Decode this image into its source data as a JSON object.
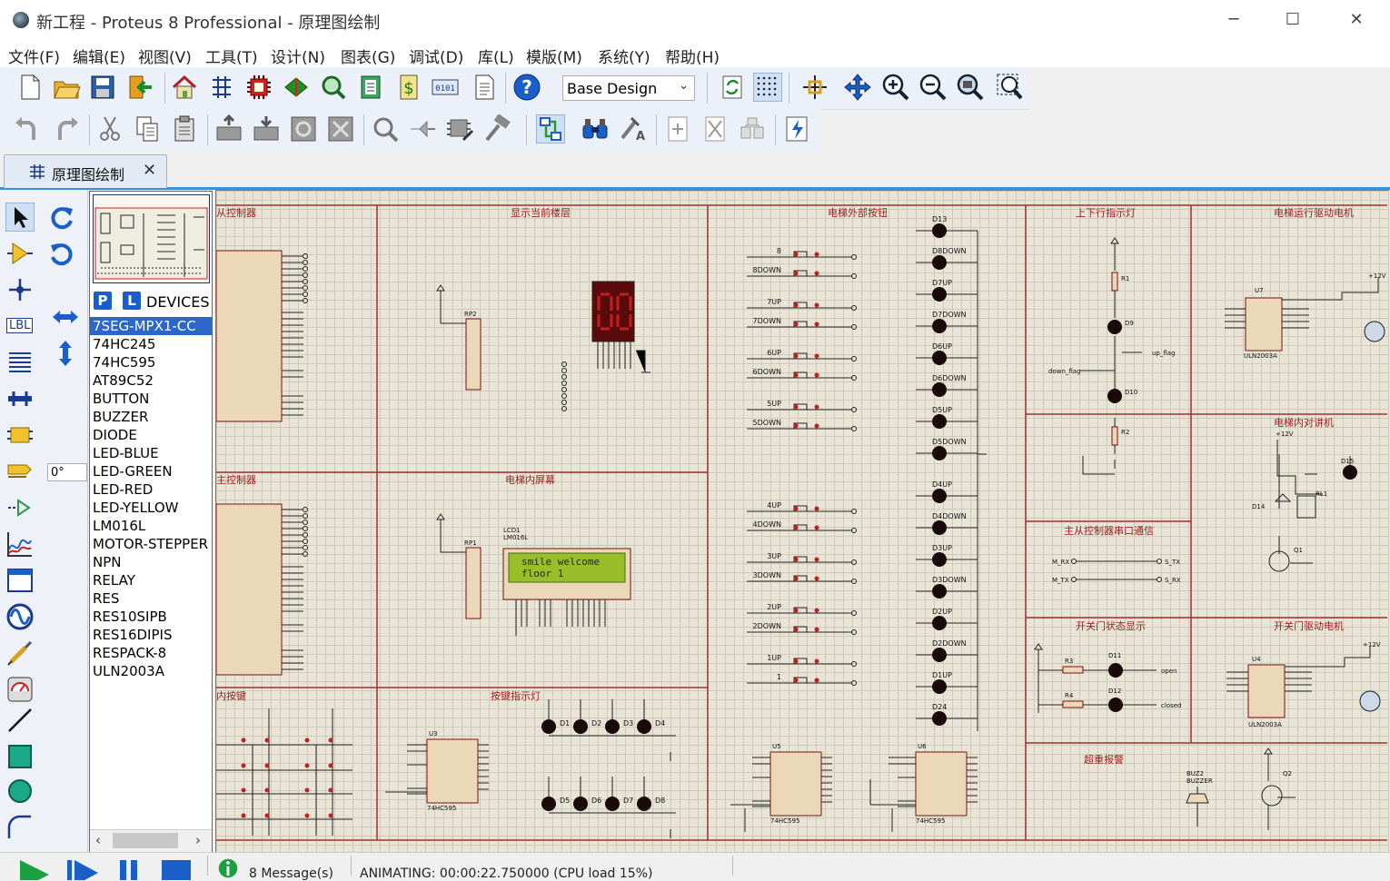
{
  "window": {
    "title": "新工程 - Proteus 8 Professional - 原理图绘制"
  },
  "menu": [
    "文件(F)",
    "编辑(E)",
    "视图(V)",
    "工具(T)",
    "设计(N)",
    "图表(G)",
    "调试(D)",
    "库(L)",
    "模版(M)",
    "系统(Y)",
    "帮助(H)"
  ],
  "toolbar": {
    "design_select": "Base Design"
  },
  "tab": {
    "label": "原理图绘制"
  },
  "tools": {
    "angle": "0°",
    "lbl": "LBL"
  },
  "devices": {
    "p": "P",
    "l": "L",
    "header": "DEVICES",
    "items": [
      "7SEG-MPX1-CC",
      "74HC245",
      "74HC595",
      "AT89C52",
      "BUTTON",
      "BUZZER",
      "DIODE",
      "LED-BLUE",
      "LED-GREEN",
      "LED-RED",
      "LED-YELLOW",
      "LM016L",
      "MOTOR-STEPPER",
      "NPN",
      "RELAY",
      "RES",
      "RES10SIPB",
      "RES16DIPIS",
      "RESPACK-8",
      "ULN2003A"
    ],
    "selected": 0
  },
  "schematic": {
    "sections": [
      "从控制器",
      "显示当前楼层",
      "电梯外部按钮",
      "上下行指示灯",
      "电梯运行驱动电机",
      "主控制器",
      "电梯内屏幕",
      "电梯内对讲机",
      "主从控制器串口通信",
      "开关门状态显示",
      "开关门驱动电机",
      "内按键",
      "按键指示灯",
      "超重报警"
    ],
    "lcd": {
      "line1": "smile  welcome",
      "line2": "floor    1",
      "ref": "LCD1",
      "part": "LM016L"
    },
    "ext_buttons": [
      "8",
      "8DOWN",
      "7UP",
      "7DOWN",
      "6UP",
      "6DOWN",
      "5UP",
      "5DOWN",
      "4UP",
      "4DOWN",
      "3UP",
      "3DOWN",
      "2UP",
      "2DOWN",
      "1UP",
      "1"
    ],
    "ext_leds": [
      "D13",
      "D8DOWN",
      "D7UP",
      "D7DOWN",
      "D6UP",
      "D6DOWN",
      "D5UP",
      "D5DOWN",
      "D4UP",
      "D4DOWN",
      "D3UP",
      "D3DOWN",
      "D2UP",
      "D2DOWN",
      "D1UP",
      "D24"
    ],
    "key_leds": [
      "D1",
      "D2",
      "D3",
      "D4",
      "D5",
      "D6",
      "D7",
      "D8"
    ],
    "labels": {
      "rp2": "RP2",
      "rp1": "RP1",
      "r1": "R1",
      "r2": "R2",
      "r3": "R3",
      "r4": "R4",
      "d9": "D9",
      "d10": "D10",
      "d11": "D11",
      "d12": "D12",
      "d14": "D14",
      "d15": "D15",
      "u3": "U3",
      "u4": "U4",
      "u5": "U5",
      "u6": "U6",
      "u7": "U7",
      "q1": "Q1",
      "q2": "Q2",
      "rl1": "RL1",
      "buz2": "BUZ2",
      "buzzer": "BUZZER",
      "uln": "ULN2003A",
      "hc595": "74HC595",
      "mrx": "M_RX",
      "mtx": "M_TX",
      "srx": "S_RX",
      "stx": "S_TX",
      "open": "open",
      "closed": "closed",
      "upflag": "up_flag",
      "downflag": "down_flag",
      "v12": "+12V"
    }
  },
  "status": {
    "messages": "8 Message(s)",
    "animating": "ANIMATING: 00:00:22.750000 (CPU load 15%)"
  }
}
